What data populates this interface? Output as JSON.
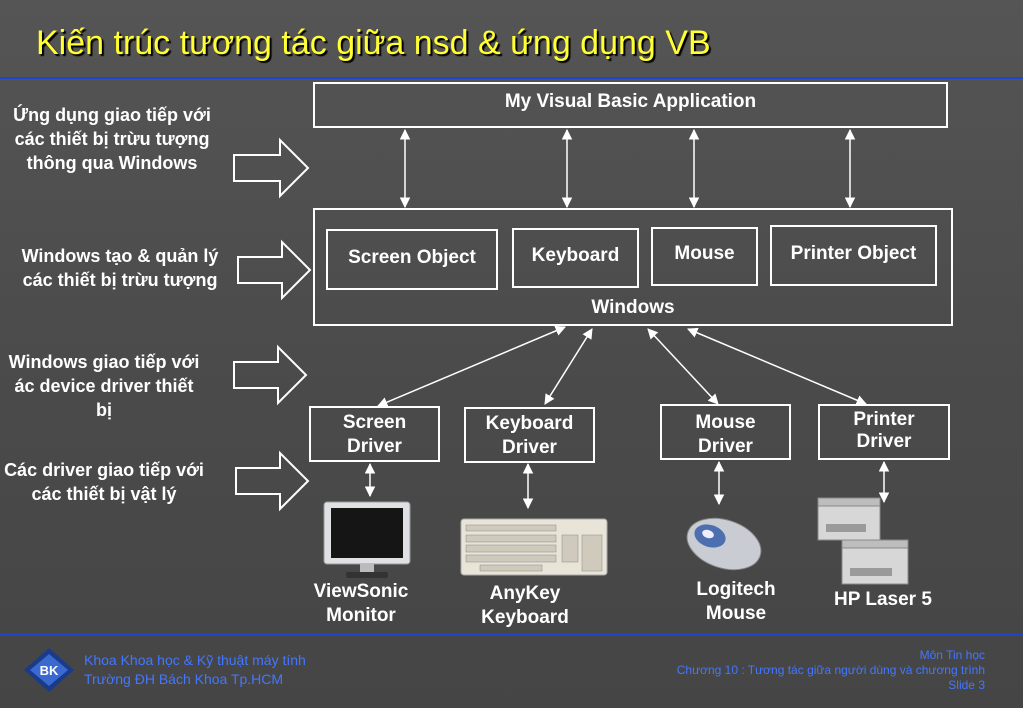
{
  "title": "Kiến trúc tương tác giữa nsd & ứng dụng VB",
  "side_notes": [
    "Ứng dụng giao tiếp với các thiết bị trừu tượng thông qua Windows",
    "Windows tạo & quản lý các thiết bị trừu tượng",
    "Windows giao tiếp với ác device driver thiết bị",
    "Các driver giao tiếp với các thiết bị vật lý"
  ],
  "app_box": "My Visual Basic Application",
  "windows": {
    "label": "Windows",
    "objects": [
      "Screen Object",
      "Keyboard",
      "Mouse",
      "Printer Object"
    ]
  },
  "drivers": [
    {
      "line1": "Screen",
      "line2": "Driver"
    },
    {
      "line1": "Keyboard",
      "line2": "Driver"
    },
    {
      "line1": "Mouse",
      "line2": "Driver"
    },
    {
      "line1": "Printer",
      "line2": "Driver"
    }
  ],
  "devices": [
    {
      "line1": "ViewSonic",
      "line2": "Monitor",
      "icon": "monitor-icon"
    },
    {
      "line1": "AnyKey",
      "line2": "Keyboard",
      "icon": "keyboard-icon"
    },
    {
      "line1": "Logitech",
      "line2": "Mouse",
      "icon": "mouse-icon"
    },
    {
      "line1": "HP Laser 5",
      "line2": "",
      "icon": "printer-icon"
    }
  ],
  "footer": {
    "left_line1": "Khoa Khoa học & Kỹ thuật máy tính",
    "left_line2": "Trường ĐH Bách Khoa Tp.HCM",
    "right_line1": "Môn Tin học",
    "right_line2": "Chương 10 : Tương tác giữa người dùng và chương trình",
    "right_line3": "Slide 3",
    "logo_text": "BK"
  },
  "colors": {
    "title": "#ffff33",
    "rule": "#2244cc",
    "footer_text": "#4477ff",
    "box_border": "#ffffff"
  }
}
